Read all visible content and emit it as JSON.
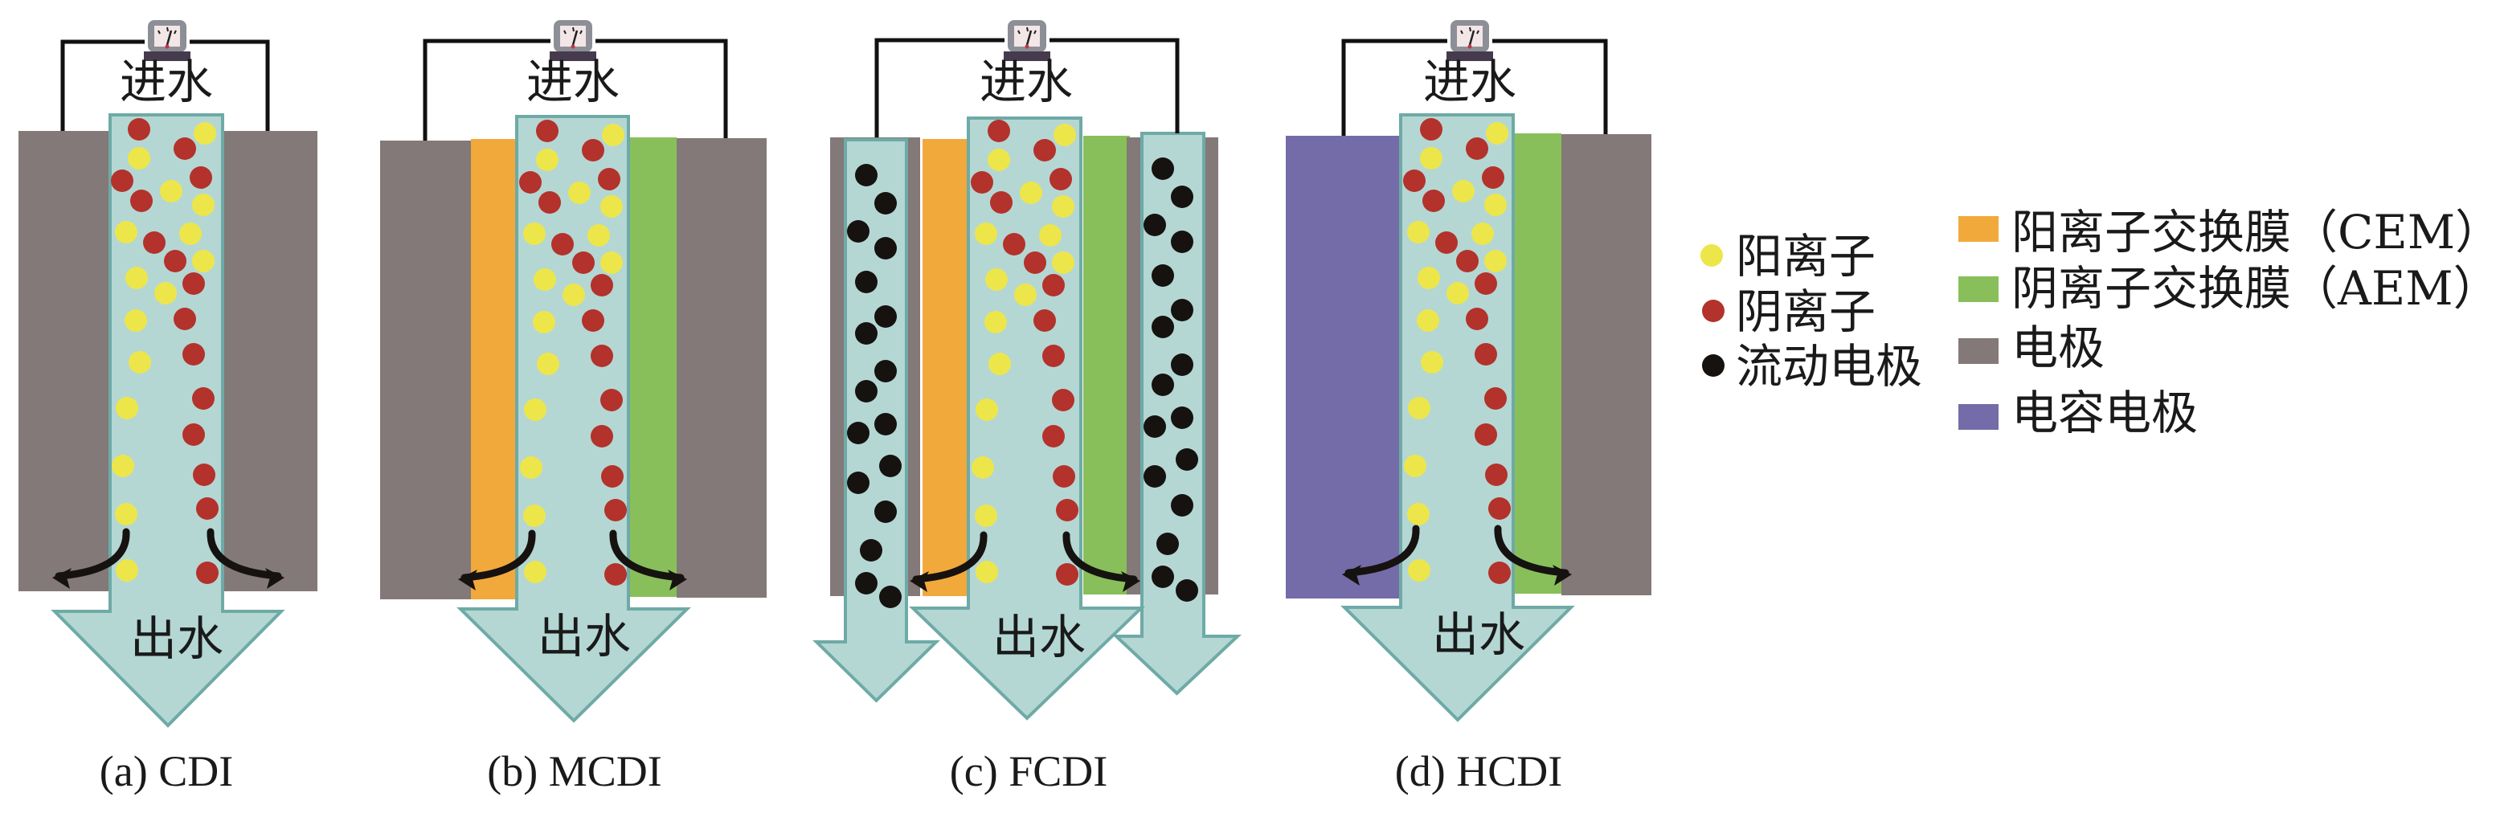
{
  "figure": {
    "colors": {
      "electrode": "#837978",
      "cem": "#f2a93b",
      "aem": "#88bf5a",
      "capacitive_electrode": "#746ca8",
      "water": "#b4d7d4",
      "water_border": "#6eaaa6",
      "cation": "#ede64a",
      "anion": "#b3322b",
      "flow_electrode_particle": "#161210",
      "wire": "#111111",
      "meter_body": "#8d8f97",
      "meter_face": "#f3e6e6",
      "meter_base": "#463b4d",
      "meter_needle_dot": "#c0344a"
    },
    "panels": [
      {
        "id": "cdi",
        "inlet_label": "进水",
        "outlet_label": "出水",
        "caption": "(a) CDI",
        "layers": [
          "electrode",
          "channel",
          "electrode"
        ],
        "has_power_source": true
      },
      {
        "id": "mcdi",
        "inlet_label": "进水",
        "outlet_label": "出水",
        "caption": "(b) MCDI",
        "layers": [
          "electrode",
          "cem",
          "channel",
          "aem",
          "electrode"
        ],
        "has_power_source": true
      },
      {
        "id": "fcdi",
        "inlet_label": "进水",
        "outlet_label": "出水",
        "caption": "(c) FCDI",
        "layers": [
          "electrode",
          "flow_electrode_channel",
          "electrode",
          "cem",
          "channel",
          "aem",
          "electrode",
          "flow_electrode_channel",
          "electrode"
        ],
        "has_power_source": true
      },
      {
        "id": "hcdi",
        "inlet_label": "进水",
        "outlet_label": "出水",
        "caption": "(d) HCDI",
        "layers": [
          "capacitive_electrode",
          "channel",
          "aem",
          "electrode"
        ],
        "has_power_source": true
      }
    ],
    "legend": {
      "particles": [
        {
          "key": "cation",
          "label": "阳离子"
        },
        {
          "key": "anion",
          "label": "阴离子"
        },
        {
          "key": "flow_electrode_particle",
          "label": "流动电极"
        }
      ],
      "materials": [
        {
          "key": "cem",
          "label": "阳离子交换膜（CEM）"
        },
        {
          "key": "aem",
          "label": "阴离子交换膜（AEM）"
        },
        {
          "key": "electrode",
          "label": "电极"
        },
        {
          "key": "capacitive_electrode",
          "label": "电容电极"
        }
      ]
    }
  }
}
